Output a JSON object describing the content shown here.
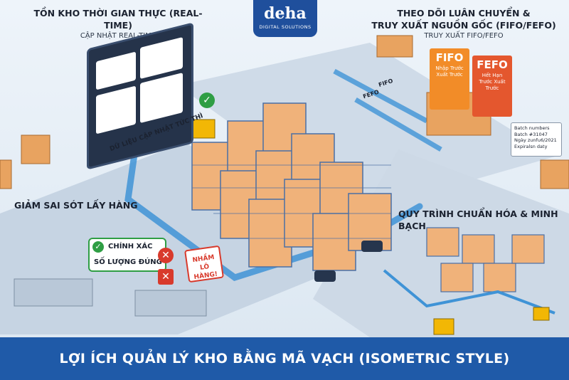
{
  "logo": {
    "word": "deha",
    "sub": "DIGITAL SOLUTIONS"
  },
  "sections": {
    "realtime": {
      "title": "TỒN KHO THỜI GIAN THỰC (REAL-TIME)",
      "subtitle": "CẬP NHẬT REAL-TIME"
    },
    "fifo": {
      "title_line1": "THEO DÕI LUÂN CHUYỂN &",
      "title_line2": "TRUY XUẤT NGUỒN GỐC (FIFO/FEFO)",
      "subtitle": "TRUY XUẤT FIFO/FEFO"
    },
    "picking": {
      "title": "GIẢM SAI SÓT LẤY HÀNG"
    },
    "process": {
      "title": "QUY TRÌNH CHUẨN HÓA & MINH BẠCH"
    }
  },
  "dashboard": {
    "caption": "DỮ LIỆU CẬP NHẬT TỨC THÌ"
  },
  "fifo_boxes": {
    "fifo": {
      "head": "FIFO",
      "desc": "Nhập Trước Xuất Trước"
    },
    "fefo": {
      "head": "FEFO",
      "desc": "Hết Hạn Trước Xuất Trước"
    }
  },
  "arrows": {
    "fifo": "FIFO",
    "fefo": "FEFO"
  },
  "batch_card": {
    "line1": "Batch numbers",
    "line2": "Batch #31047",
    "line3": "Ngày zunfu6/2021",
    "line4": "Expiralsn daty"
  },
  "picking_bubble": {
    "row1": "CHÍNH XÁC",
    "row2": "SỐ LƯỢNG ĐÚNG"
  },
  "warning": {
    "text": "NHẦM LÔ HÀNG!"
  },
  "footer": {
    "title": "LỢI ÍCH QUẢN LÝ KHO BẰNG MÃ VẠCH (ISOMETRIC STYLE)"
  },
  "colors": {
    "brand": "#1f4f9c",
    "footer": "#1f5aa8",
    "fifo": "#f28c28",
    "fefo": "#e4572e",
    "ok": "#2f9e44",
    "error": "#d83a2c"
  }
}
